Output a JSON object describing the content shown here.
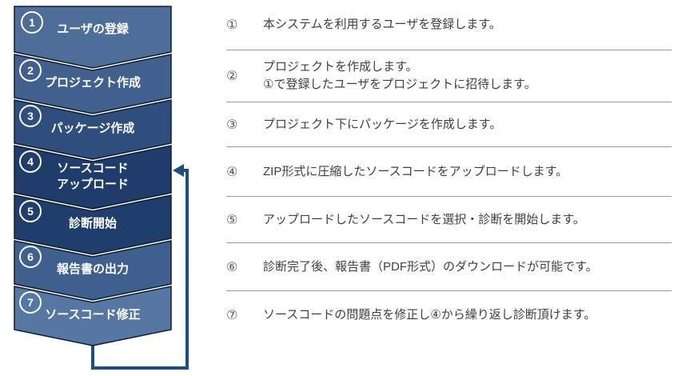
{
  "diagram": {
    "flow": {
      "outline_color": "#101e31",
      "steps": [
        {
          "number": "1",
          "lines": [
            "ユーザの登録"
          ],
          "color": "#4F6D99"
        },
        {
          "number": "2",
          "lines": [
            "プロジェクト作成"
          ],
          "color": "#41608D"
        },
        {
          "number": "3",
          "lines": [
            "パッケージ作成"
          ],
          "color": "#2F4E7E"
        },
        {
          "number": "4",
          "lines": [
            "ソースコード",
            "アップロード"
          ],
          "color": "#1F3C6A"
        },
        {
          "number": "5",
          "lines": [
            "診断開始"
          ],
          "color": "#203E6C"
        },
        {
          "number": "6",
          "lines": [
            "報告書の出力"
          ],
          "color": "#3F608E"
        },
        {
          "number": "7",
          "lines": [
            "ソースコード修正"
          ],
          "color": "#5677A2"
        }
      ],
      "loop_arrow": {
        "color": "#1F4E79"
      }
    },
    "descriptions": [
      {
        "number": "①",
        "lines": [
          "本システムを利用するユーザを登録します。"
        ]
      },
      {
        "number": "②",
        "lines": [
          "プロジェクトを作成します。",
          "①で登録したユーザをプロジェクトに招待します。"
        ]
      },
      {
        "number": "③",
        "lines": [
          "プロジェクト下にパッケージを作成します。"
        ]
      },
      {
        "number": "④",
        "lines": [
          "ZIP形式に圧縮したソースコードをアップロードします。"
        ]
      },
      {
        "number": "⑤",
        "lines": [
          "アップロードしたソースコードを選択・診断を開始します。"
        ]
      },
      {
        "number": "⑥",
        "lines": [
          "診断完了後、報告書（PDF形式）のダウンロードが可能です。"
        ]
      },
      {
        "number": "⑦",
        "lines": [
          "ソースコードの問題点を修正し④から繰り返し診断頂けます。"
        ]
      }
    ],
    "divider_color": "#9a9a9a"
  }
}
